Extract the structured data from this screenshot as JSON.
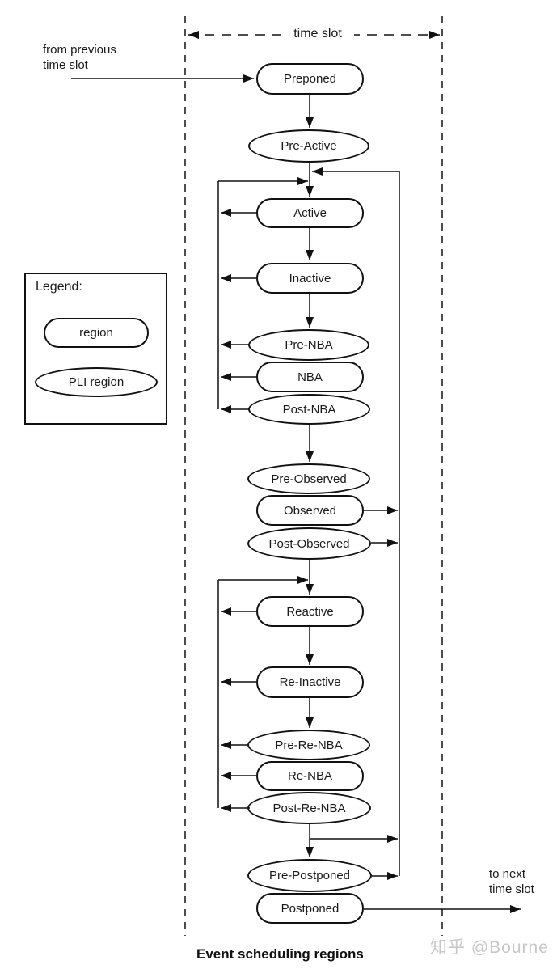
{
  "caption": "Event scheduling regions",
  "watermark": "知乎 @Bourne",
  "colors": {
    "line": "#111111",
    "text": "#1a1a1a",
    "watermark": "#c7c7c7",
    "background": "#ffffff"
  },
  "annotations": {
    "time_slot": "time slot",
    "from_previous_line1": "from previous",
    "from_previous_line2": "time slot",
    "to_next_line1": "to next",
    "to_next_line2": "time slot"
  },
  "legend": {
    "title": "Legend:",
    "region_label": "region",
    "pli_region_label": "PLI region"
  },
  "nodes": {
    "preponed": {
      "label": "Preponed",
      "shape": "region"
    },
    "pre_active": {
      "label": "Pre-Active",
      "shape": "pli-region"
    },
    "active": {
      "label": "Active",
      "shape": "region"
    },
    "inactive": {
      "label": "Inactive",
      "shape": "region"
    },
    "pre_nba": {
      "label": "Pre-NBA",
      "shape": "pli-region"
    },
    "nba": {
      "label": "NBA",
      "shape": "region"
    },
    "post_nba": {
      "label": "Post-NBA",
      "shape": "pli-region"
    },
    "pre_observed": {
      "label": "Pre-Observed",
      "shape": "pli-region"
    },
    "observed": {
      "label": "Observed",
      "shape": "region"
    },
    "post_observed": {
      "label": "Post-Observed",
      "shape": "pli-region"
    },
    "reactive": {
      "label": "Reactive",
      "shape": "region"
    },
    "re_inactive": {
      "label": "Re-Inactive",
      "shape": "region"
    },
    "pre_re_nba": {
      "label": "Pre-Re-NBA",
      "shape": "pli-region"
    },
    "re_nba": {
      "label": "Re-NBA",
      "shape": "region"
    },
    "post_re_nba": {
      "label": "Post-Re-NBA",
      "shape": "pli-region"
    },
    "pre_postponed": {
      "label": "Pre-Postponed",
      "shape": "pli-region"
    },
    "postponed": {
      "label": "Postponed",
      "shape": "region"
    }
  },
  "edges": [
    "from previous time slot -> Preponed",
    "Preponed -> Pre-Active",
    "Pre-Active -> Active",
    "Active -> Inactive",
    "Inactive -> Pre-NBA",
    "Post-NBA -> Pre-Observed",
    "Post-Observed -> Reactive",
    "Reactive -> Re-Inactive",
    "Re-Inactive -> Pre-Re-NBA",
    "Post-Re-NBA -> Pre-Postponed",
    "Postponed -> to next time slot",
    "Active -> left loop -> Active",
    "Inactive -> left loop -> Active",
    "Pre-NBA -> left loop -> Active",
    "NBA -> left loop -> Active",
    "Post-NBA -> left loop -> Active",
    "Observed -> right loop -> Active",
    "Post-Observed -> right loop -> Active",
    "Reactive -> left loop -> Reactive",
    "Re-Inactive -> left loop -> Reactive",
    "Pre-Re-NBA -> left loop -> Reactive",
    "Re-NBA -> left loop -> Reactive",
    "Post-Re-NBA -> left loop -> Reactive",
    "Post-Re-NBA -> right loop -> Active",
    "Pre-Postponed -> right loop -> Active"
  ]
}
